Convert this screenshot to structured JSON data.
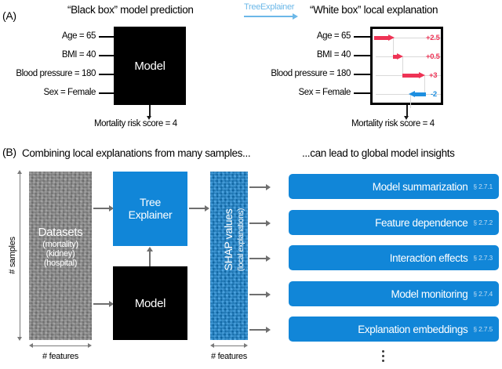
{
  "figure": {
    "panelA": {
      "letter": "(A)",
      "left_title": "“Black box” model prediction",
      "right_title": "“White box” local explanation",
      "transform_label": "TreeExplainer",
      "model_box_label": "Model",
      "features": [
        {
          "label": "Age = 65",
          "shap": "+2.5",
          "value": 2.5,
          "sign": "positive"
        },
        {
          "label": "BMI = 40",
          "shap": "+0.5",
          "value": 0.5,
          "sign": "positive"
        },
        {
          "label": "Blood pressure = 180",
          "shap": "+3",
          "value": 3.0,
          "sign": "positive"
        },
        {
          "label": "Sex = Female",
          "shap": "-2",
          "value": -2.0,
          "sign": "negative"
        }
      ],
      "output_left": "Mortality risk score = 4",
      "output_right": "Mortality risk score = 4"
    },
    "panelB": {
      "letter": "(B)",
      "left_title": "Combining local explanations from many samples...",
      "right_title": "...can lead to global model insights",
      "datasets": {
        "title": "Datasets",
        "subtitles": [
          "(mortality)",
          "(kidney)",
          "(hospital)"
        ]
      },
      "explainer_box": "Tree\nExplainer",
      "explainer_line1": "Tree",
      "explainer_line2": "Explainer",
      "model_box": "Model",
      "shap_column": {
        "title": "SHAP values",
        "subtitle": "(local explanations)"
      },
      "axis_labels": {
        "samples": "# samples",
        "features_left": "# features",
        "features_right": "# features"
      },
      "insights": [
        {
          "label": "Model summarization",
          "section": "§ 2.7.1"
        },
        {
          "label": "Feature dependence",
          "section": "§ 2.7.2"
        },
        {
          "label": "Interaction effects",
          "section": "§ 2.7.3"
        },
        {
          "label": "Model monitoring",
          "section": "§ 2.7.4"
        },
        {
          "label": "Explanation embeddings",
          "section": "§ 2.7.5"
        }
      ],
      "continuation": "⋮"
    },
    "colors": {
      "accent_blue": "#1186d8",
      "light_blue": "#6cb8e8",
      "positive_red": "#ee3355",
      "negative_blue": "#1e8fe0",
      "black": "#000000",
      "grey_noise": "#8c8c8c",
      "arrow_grey": "#6f6f6f",
      "section_text": "#bfdcf2"
    }
  }
}
